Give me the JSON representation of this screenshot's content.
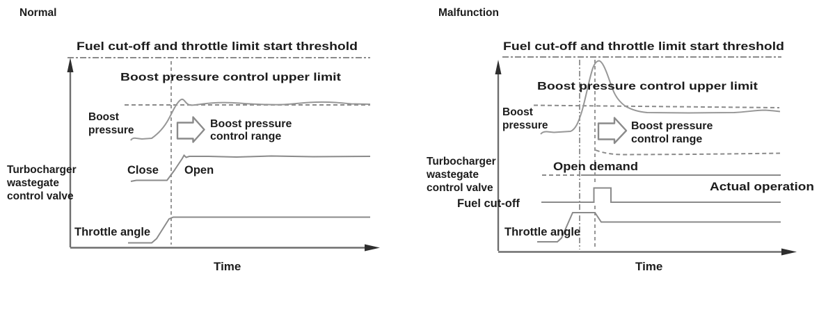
{
  "figure_type": "turbocharger-wastegate-boost-control-timing-diagram",
  "colors": {
    "background": "#ffffff",
    "text": "#1c1c1c",
    "signal_line": "#8a8a8a",
    "axis_line": "#6e6e6e",
    "arrowhead": "#2e2e2e"
  },
  "panels": [
    {
      "title": "Normal",
      "threshold_label": "Fuel cut-off and throttle limit start threshold",
      "upper_limit_label": "Boost pressure control upper limit",
      "boost_label": [
        "Boost",
        "pressure"
      ],
      "control_range_label": [
        "Boost pressure",
        "control range"
      ],
      "valve_label": [
        "Turbocharger",
        "wastegate",
        "control valve"
      ],
      "close_label": "Close",
      "open_label": "Open",
      "throttle_label": "Throttle angle",
      "time_label": "Time",
      "traces": [
        {
          "name": "fuel-cutoff-threshold",
          "style": "dash-dot horizontal guide"
        },
        {
          "name": "boost-pressure-upper-limit",
          "style": "dashed horizontal guide"
        },
        {
          "name": "boost-pressure",
          "style": "solid, rises then settles at upper limit"
        },
        {
          "name": "wastegate-valve",
          "style": "solid, steps from Close to Open at event line"
        },
        {
          "name": "throttle-angle",
          "style": "solid, steps up at event line and stays high"
        },
        {
          "name": "event-line",
          "style": "vertical dashed"
        }
      ]
    },
    {
      "title": "Malfunction",
      "threshold_label": "Fuel cut-off and throttle limit start threshold",
      "upper_limit_label": "Boost pressure control upper limit",
      "boost_label": [
        "Boost",
        "pressure"
      ],
      "control_range_label": [
        "Boost pressure",
        "control range"
      ],
      "valve_label": [
        "Turbocharger",
        "wastegate",
        "control valve"
      ],
      "open_demand_label": "Open demand",
      "actual_operation_label": "Actual operation",
      "fuel_cutoff_label": "Fuel cut-off",
      "throttle_label": "Throttle angle",
      "time_label": "Time",
      "traces": [
        {
          "name": "fuel-cutoff-threshold",
          "style": "dash-dot horizontal guide"
        },
        {
          "name": "boost-pressure-upper-limit",
          "style": "dashed horizontal guide"
        },
        {
          "name": "boost-pressure",
          "style": "solid, spikes above upper limit to threshold then settles"
        },
        {
          "name": "control-range-lower-limit",
          "style": "dashed, settles below upper limit"
        },
        {
          "name": "wastegate-open-demand",
          "style": "dashed before event"
        },
        {
          "name": "wastegate-actual-operation",
          "style": "solid after event"
        },
        {
          "name": "fuel-cutoff",
          "style": "solid with single high pulse during overboost"
        },
        {
          "name": "throttle-angle",
          "style": "solid, rises, then limited to lower level"
        },
        {
          "name": "event-lines",
          "style": "two vertical dashed / dash-dot"
        }
      ]
    }
  ]
}
